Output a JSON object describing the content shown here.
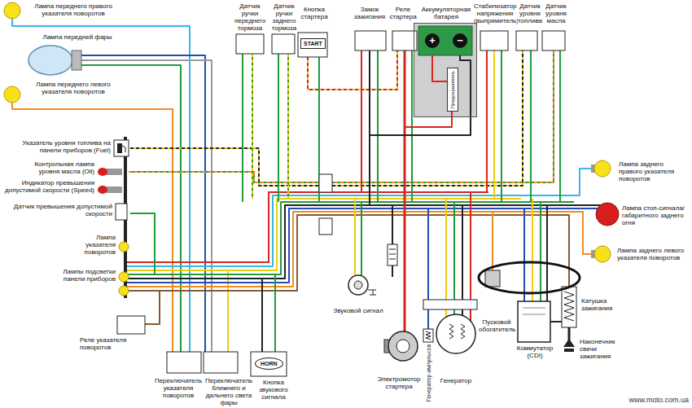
{
  "diagram": {
    "nodes": [
      {
        "text": [
          "START"
        ]
      },
      {
        "text": [
          "+",
          "−"
        ]
      },
      {
        "text": [
          "Предохранитель"
        ],
        "in": 1
      },
      {
        "text": [
          "HORN"
        ]
      }
    ],
    "labels": [
      "Лампа переднего правого указателя поворотов",
      "Лампа передней фары",
      "Лампа переднего левого указателя поворотов",
      "Указатель уровня топлива на панели приборов (Fuel)",
      "Контрольная лампа уровня масла (Oil)",
      "Индикатор превышения допустимой скорости (Speed)",
      "Датчик превышения допустимой скорости",
      "Лампа указателя поворотов",
      "Лампы подсветки панели приборов",
      "Реле указателя поворотов",
      "Переключатель указателя поворотов",
      "Переключатель ближнего и дальнего света фары",
      "Кнопка звукового сигнала",
      "Датчик ручки переднего тормоза",
      "Датчик ручки заднего тормоза",
      "Кнопка стартера",
      "Замок зажигания",
      "Реле стартера",
      "Аккумуляторная батарея",
      "Стабилизатор напряжения (выпрямитель)",
      "Датчик уровня топлива",
      "Датчик уровня масла",
      "Лампа заднего правого указателя поворотов",
      "Лампа стоп-сигнала/габаритного заднего огня",
      "Лампа заднего левого указателя поворотов",
      "Звуковой сигнал",
      "Электромотор стартера",
      "Генератор импульсов",
      "Генератор",
      "Пусковой обогатитель",
      "Коммутатор (CDI)",
      "Катушка зажигания",
      "Наконечник свечи зажигания",
      "www.moto.com.ua"
    ]
  }
}
